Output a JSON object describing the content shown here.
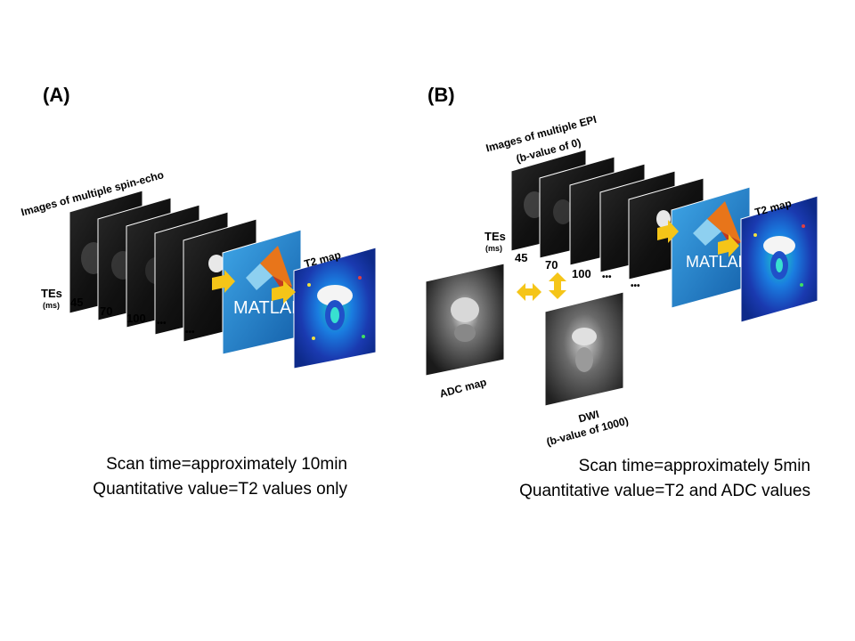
{
  "panel_a": {
    "label": "(A)",
    "stack_title": "Images of multiple spin-echo",
    "tes_label": "TEs",
    "tes_unit": "(ms)",
    "te_values": [
      "45",
      "70",
      "100"
    ],
    "ellipsis": "•••",
    "software_label": "MATLAB",
    "output_label": "T2 map",
    "caption_line1": "Scan time=approximately  10min",
    "caption_line2": "Quantitative value=T2 values only"
  },
  "panel_b": {
    "label": "(B)",
    "stack_title_line1": "Images of multiple EPI",
    "stack_title_line2": "(b-value of 0)",
    "tes_label": "TEs",
    "tes_unit": "(ms)",
    "te_values": [
      "45",
      "70",
      "100"
    ],
    "ellipsis": "•••",
    "software_label": "MATLAB",
    "output_label": "T2 map",
    "adc_label": "ADC map",
    "dwi_label_line1": "DWI",
    "dwi_label_line2": "(b-value of 1000)",
    "caption_line1": "Scan time=approximately  5min",
    "caption_line2": "Quantitative value=T2 and ADC values"
  },
  "colors": {
    "arrow": "#F5C518",
    "matlab_bg": "#1C7FC8",
    "t2_map_base": "#1438A8"
  }
}
